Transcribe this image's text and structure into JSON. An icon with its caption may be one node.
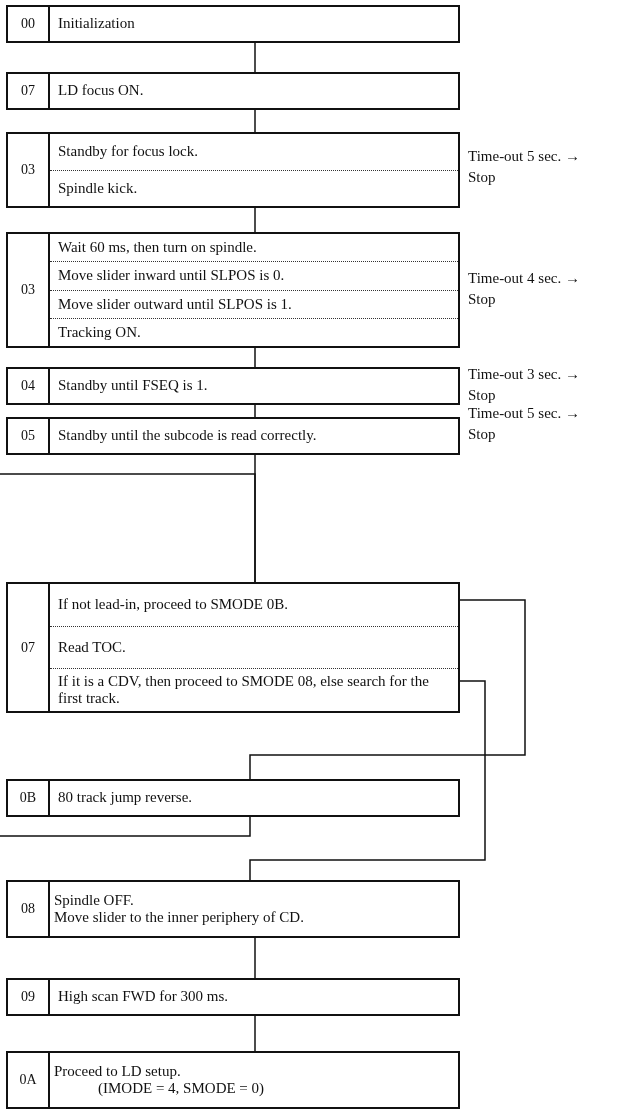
{
  "diagram": {
    "nodes": [
      {
        "text": [
          "00",
          "Initialization"
        ]
      },
      {
        "text": [
          "07",
          "LD focus ON."
        ]
      },
      {
        "text": [
          "03",
          "Standby for focus lock.",
          "Spindle kick."
        ],
        "beside": [
          "Time-out 5 sec. → Stop"
        ]
      },
      {
        "text": [
          "03",
          "Wait 60 ms, then turn on spindle.",
          "Move slider inward until SLPOS is 0.",
          "Move slider outward until SLPOS is 1.",
          "Tracking ON."
        ],
        "beside": [
          "Time-out 4 sec. → Stop"
        ]
      },
      {
        "text": [
          "04",
          "Standby until FSEQ is 1."
        ],
        "beside": [
          "Time-out 3 sec. → Stop"
        ]
      },
      {
        "text": [
          "05",
          "Standby until the subcode is read correctly."
        ],
        "beside": [
          "Time-out 5 sec. → Stop"
        ]
      },
      {
        "text": [
          "07",
          "If not lead-in, proceed to SMODE 0B.",
          "Read TOC.",
          "If it is a CDV, then proceed to SMODE 08, else search for the first track."
        ]
      },
      {
        "text": [
          "0B",
          "80 track jump reverse."
        ]
      },
      {
        "text": [
          "08",
          "Spindle OFF.",
          "Move slider to the inner periphery of CD."
        ]
      },
      {
        "text": [
          "09",
          "High scan FWD for 300 ms."
        ]
      },
      {
        "text": [
          "0A",
          "Proceed to LD setup.",
          "(IMODE = 4, SMODE = 0)"
        ]
      }
    ],
    "edges": [
      {
        "from": 0,
        "to": 1,
        "arrow": "none"
      },
      {
        "from": 1,
        "to": 2,
        "arrow": "none"
      },
      {
        "from": 2,
        "to": 3,
        "arrow": "none"
      },
      {
        "from": 3,
        "to": 4,
        "arrow": "none"
      },
      {
        "from": 4,
        "to": 5,
        "arrow": "none"
      },
      {
        "from": 5,
        "to": 6,
        "arrow": "none"
      },
      {
        "from": null,
        "to": 6,
        "arrow": "none"
      },
      {
        "from": 6,
        "to": 7,
        "arrow": "none"
      },
      {
        "from": 7,
        "to": null,
        "arrow": "none"
      },
      {
        "from": 6,
        "to": 8,
        "arrow": "none"
      },
      {
        "from": 8,
        "to": 9,
        "arrow": "none"
      },
      {
        "from": 9,
        "to": 10,
        "arrow": "none"
      }
    ]
  }
}
